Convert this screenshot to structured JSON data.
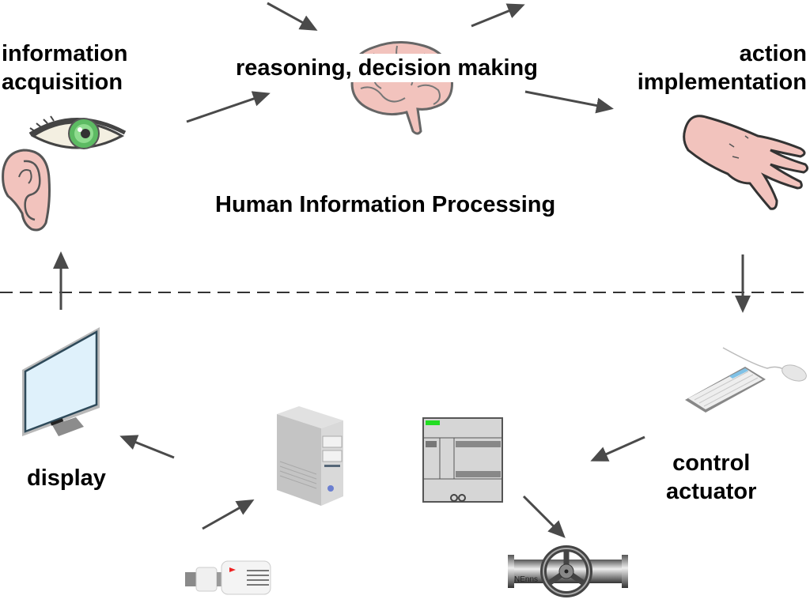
{
  "title": "Human Information Processing",
  "labels": {
    "information_acquisition": [
      "information",
      "acquisition"
    ],
    "reasoning": "reasoning, decision making",
    "action_implementation": [
      "action",
      "implementation"
    ],
    "display": "display",
    "control_actuator": [
      "control",
      "actuator"
    ]
  },
  "icons": {
    "eye": "eye-icon",
    "ear": "ear-icon",
    "brain": "brain-icon",
    "hand": "hand-icon",
    "monitor": "monitor-icon",
    "keyboard_mouse": "keyboard-mouse-icon",
    "server": "server-tower-icon",
    "plc": "plc-controller-icon",
    "thermostat": "thermostatic-valve-sensor-icon",
    "valve": "pipe-valve-icon"
  },
  "valve_text": "NEnns",
  "colors": {
    "skin": "#f2c3bd",
    "outline": "#555555",
    "arrow": "#4a4a4a",
    "iris": "#5dbb63",
    "screen": "#dff1fb",
    "plc_led": "#22dd22"
  }
}
